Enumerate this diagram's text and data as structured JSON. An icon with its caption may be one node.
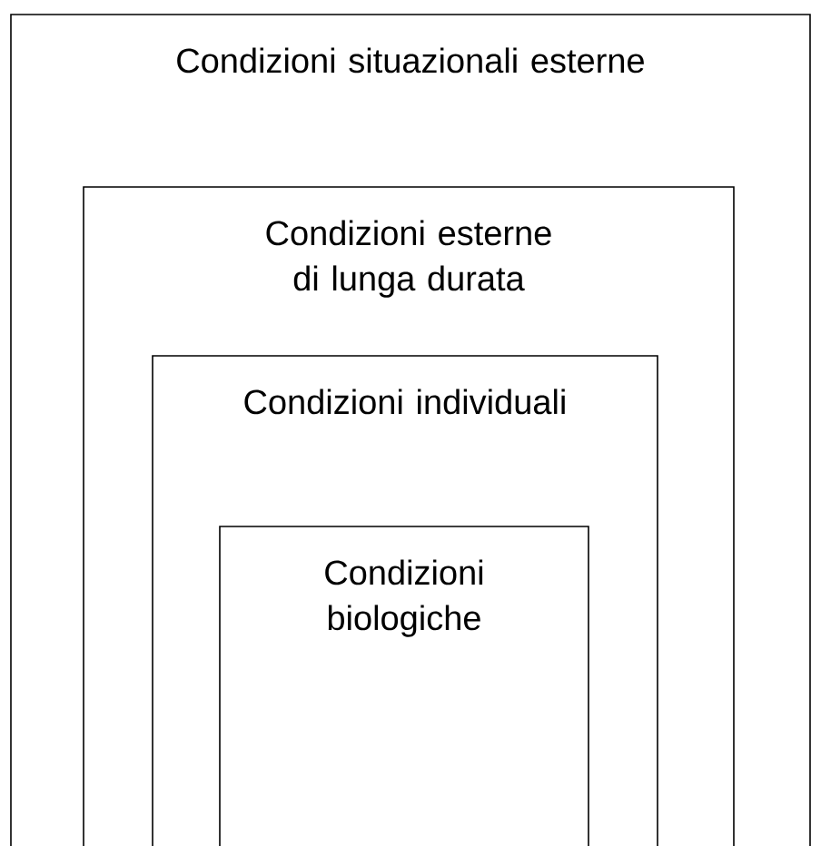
{
  "diagram": {
    "nodes": [
      {
        "text": [
          "Condizioni situazionali esterne"
        ]
      },
      {
        "text": [
          "Condizioni esterne di lunga durata"
        ],
        "in": 0
      },
      {
        "text": [
          "Condizioni individuali"
        ],
        "in": 1
      },
      {
        "text": [
          "Condizioni biologiche"
        ],
        "in": 2
      }
    ]
  }
}
